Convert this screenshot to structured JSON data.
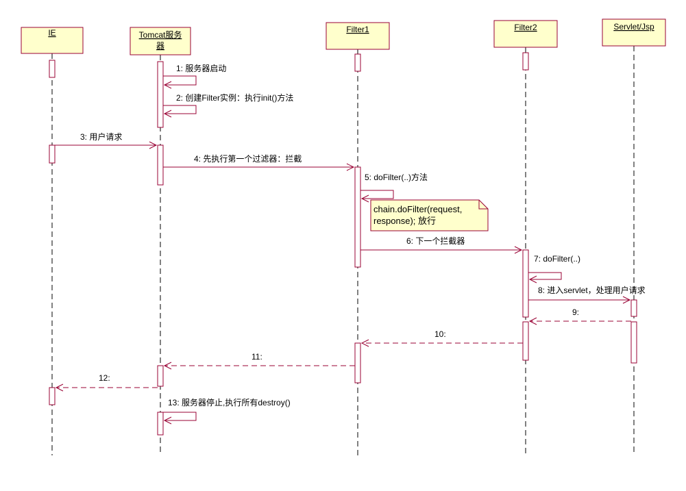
{
  "colors": {
    "box_fill": "#ffffcc",
    "border": "#990033",
    "line": "#000000"
  },
  "participants": [
    {
      "id": "ie",
      "label": "IE"
    },
    {
      "id": "tomcat",
      "label_line1": "Tomcat服务",
      "label_line2": "器"
    },
    {
      "id": "filter1",
      "label": "Filter1"
    },
    {
      "id": "filter2",
      "label": "Filter2"
    },
    {
      "id": "servlet",
      "label": "Servlet/Jsp"
    }
  ],
  "messages": [
    {
      "id": "m1",
      "label": "1: 服务器启动",
      "kind": "self"
    },
    {
      "id": "m2",
      "label": "2: 创建Filter实例：执行init()方法",
      "kind": "self"
    },
    {
      "id": "m3",
      "label": "3: 用户请求",
      "kind": "call"
    },
    {
      "id": "m4",
      "label": "4: 先执行第一个过滤器：拦截",
      "kind": "call"
    },
    {
      "id": "m5",
      "label": "5: doFilter(..)方法",
      "kind": "self"
    },
    {
      "id": "m6",
      "label": "6: 下一个拦截器",
      "kind": "call"
    },
    {
      "id": "m7",
      "label": "7: doFilter(..)",
      "kind": "self"
    },
    {
      "id": "m8",
      "label": "8: 进入servlet，处理用户请求",
      "kind": "call"
    },
    {
      "id": "m9",
      "label": "9:",
      "kind": "return"
    },
    {
      "id": "m10",
      "label": "10:",
      "kind": "return"
    },
    {
      "id": "m11",
      "label": "11:",
      "kind": "return"
    },
    {
      "id": "m12",
      "label": "12:",
      "kind": "return"
    },
    {
      "id": "m13",
      "label": "13: 服务器停止,执行所有destroy()",
      "kind": "self"
    }
  ],
  "note": {
    "line1": "chain.doFilter(request,",
    "line2": "response);  放行"
  }
}
